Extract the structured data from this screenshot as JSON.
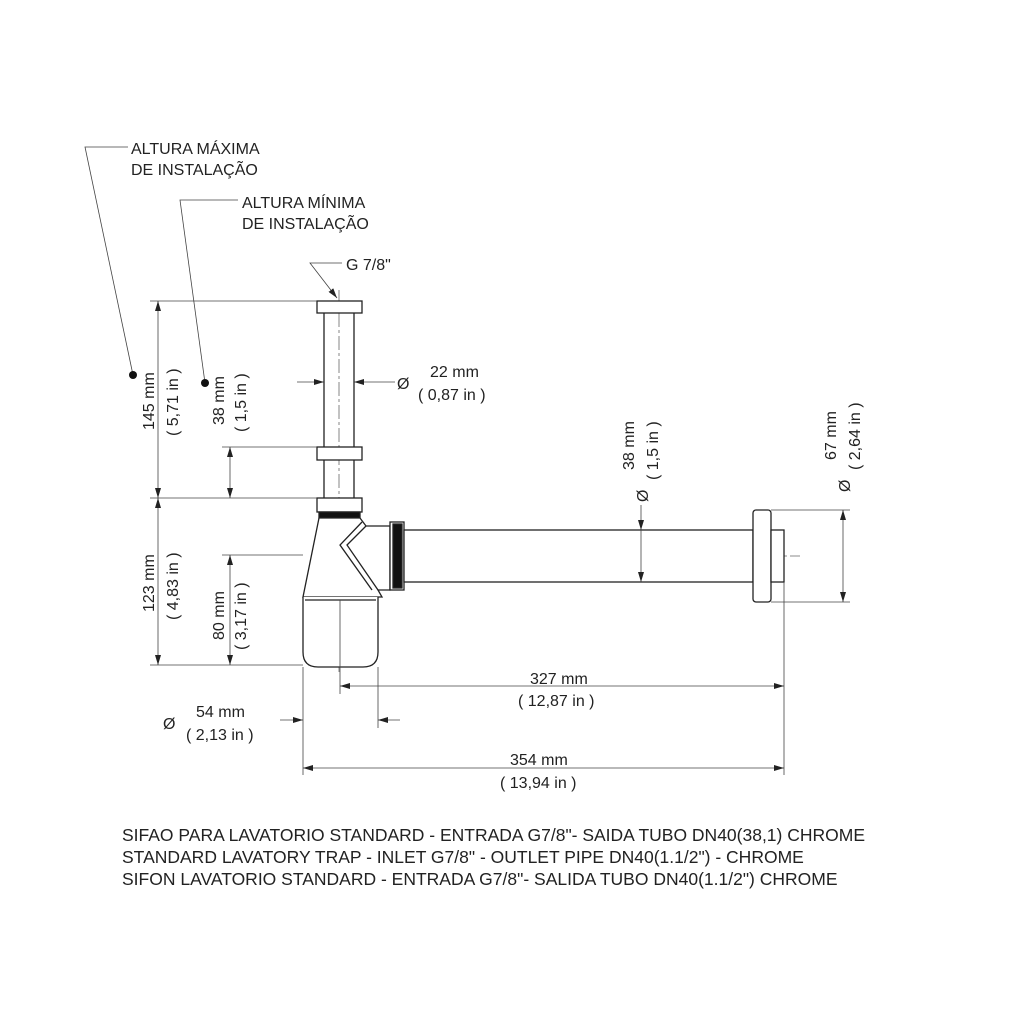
{
  "labels": {
    "max_height": [
      "ALTURA MÁXIMA",
      "DE INSTALAÇÃO"
    ],
    "min_height": [
      "ALTURA MÍNIMA",
      "DE INSTALAÇÃO"
    ],
    "thread": "G 7/8\""
  },
  "dimensions": {
    "d22": {
      "symbol": "Ø",
      "mm": "22 mm",
      "in": "( 0,87 in )"
    },
    "h145": {
      "mm": "145 mm",
      "in": "( 5,71 in )"
    },
    "h38": {
      "mm": "38 mm",
      "in": "( 1,5 in )"
    },
    "h123": {
      "mm": "123 mm",
      "in": "( 4,83 in )"
    },
    "h80": {
      "mm": "80 mm",
      "in": "( 3,17 in )"
    },
    "d38": {
      "symbol": "Ø",
      "mm": "38 mm",
      "in": "( 1,5 in )"
    },
    "d67": {
      "symbol": "Ø",
      "mm": "67 mm",
      "in": "( 2,64 in )"
    },
    "l327": {
      "mm": "327 mm",
      "in": "( 12,87 in )"
    },
    "d54": {
      "symbol": "Ø",
      "mm": "54 mm",
      "in": "( 2,13 in )"
    },
    "l354": {
      "mm": "354 mm",
      "in": "( 13,94 in )"
    }
  },
  "captions": [
    "SIFAO PARA LAVATORIO STANDARD - ENTRADA G7/8\"- SAIDA TUBO DN40(38,1) CHROME",
    "STANDARD LAVATORY TRAP - INLET G7/8\" - OUTLET PIPE DN40(1.1/2\") - CHROME",
    "SIFON LAVATORIO STANDARD - ENTRADA G7/8\"- SALIDA TUBO DN40(1.1/2\") CHROME"
  ]
}
